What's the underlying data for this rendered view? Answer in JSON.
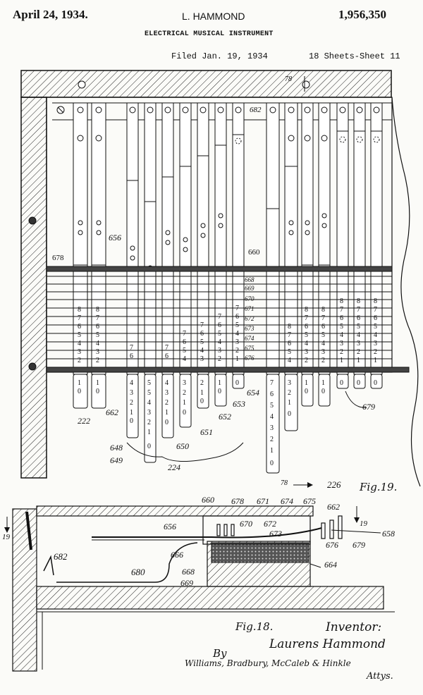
{
  "header": {
    "date": "April 24, 1934.",
    "inventor_name": "L. HAMMOND",
    "patent_number": "1,956,350",
    "title": "ELECTRICAL MUSICAL INSTRUMENT",
    "filed": "Filed Jan. 19, 1934",
    "sheets": "18 Sheets-Sheet 11"
  },
  "fig19": {
    "label": "Fig.19.",
    "refs": {
      "r78_top": "78",
      "r682": "682",
      "r656": "656",
      "r678": "678",
      "r660": "660",
      "r668": "668",
      "r669": "669",
      "r670": "670",
      "r671": "671",
      "r672": "672",
      "r673": "673",
      "r674": "674",
      "r675": "675",
      "r676": "676",
      "r222": "222",
      "r662": "662",
      "r648": "648",
      "r649": "649",
      "r650": "650",
      "r651": "651",
      "r652": "652",
      "r653": "653",
      "r654": "654",
      "r679": "679",
      "r224": "224",
      "r78_bottom": "78",
      "r226": "226"
    }
  },
  "fig18": {
    "label": "Fig.18.",
    "refs": {
      "r19_left": "19",
      "r19_right": "19",
      "r660": "660",
      "r678": "678",
      "r671": "671",
      "r674": "674",
      "r675": "675",
      "r662": "662",
      "r656": "656",
      "r670": "670",
      "r672": "672",
      "r673": "673",
      "r658": "658",
      "r682": "682",
      "r666": "666",
      "r676": "676",
      "r679": "679",
      "r680": "680",
      "r668": "668",
      "r669": "669",
      "r664": "664"
    }
  },
  "signature": {
    "inventor_label": "Inventor:",
    "inventor_name": "Laurens Hammond",
    "by": "By",
    "attorneys": "Williams, Bradbury, McCaleb & Hinkle",
    "attys": "Attys."
  }
}
